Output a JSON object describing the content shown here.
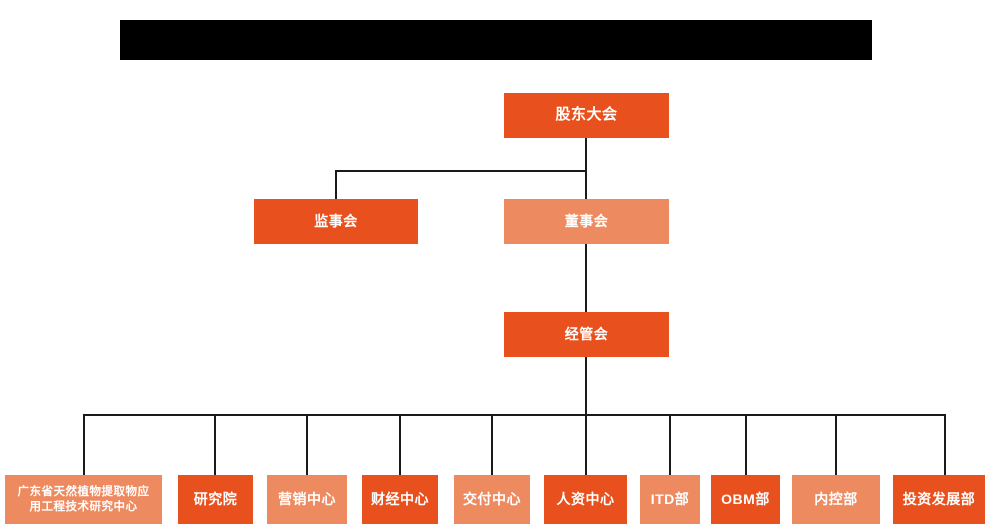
{
  "chart": {
    "type": "org-chart",
    "title_bar": {
      "redacted": true,
      "label": ""
    },
    "colors": {
      "dark_orange": "#E8511E",
      "light_orange": "#EE8A60",
      "connector": "#1a1a1a",
      "background": "#FFFFFF",
      "title_bar": "#000000",
      "node_text": "#FFFFFF"
    },
    "levels": [
      {
        "level": 1,
        "nodes": [
          {
            "id": "shareholders-meeting",
            "label": "股东大会",
            "tone": "dark"
          }
        ]
      },
      {
        "level": 2,
        "nodes": [
          {
            "id": "board-of-supervisors",
            "label": "监事会",
            "tone": "dark"
          },
          {
            "id": "board-of-directors",
            "label": "董事会",
            "tone": "light"
          }
        ]
      },
      {
        "level": 3,
        "nodes": [
          {
            "id": "management-committee",
            "label": "经管会",
            "tone": "dark"
          }
        ]
      },
      {
        "level": 4,
        "nodes": [
          {
            "id": "guangdong-research-center",
            "label": "广东省天然植物提取物应用工程技术研究中心",
            "line1": "广东省天然植物提取物应",
            "line2": "用工程技术研究中心",
            "tone": "light"
          },
          {
            "id": "research-institute",
            "label": "研究院",
            "tone": "dark"
          },
          {
            "id": "marketing-center",
            "label": "营销中心",
            "tone": "light"
          },
          {
            "id": "finance-center",
            "label": "财经中心",
            "tone": "dark"
          },
          {
            "id": "delivery-center",
            "label": "交付中心",
            "tone": "light"
          },
          {
            "id": "hr-center",
            "label": "人资中心",
            "tone": "dark"
          },
          {
            "id": "itd-department",
            "label": "ITD部",
            "tone": "light"
          },
          {
            "id": "obm-department",
            "label": "OBM部",
            "tone": "dark"
          },
          {
            "id": "internal-control-department",
            "label": "内控部",
            "tone": "light"
          },
          {
            "id": "investment-development-department",
            "label": "投资发展部",
            "tone": "dark"
          }
        ]
      }
    ]
  }
}
